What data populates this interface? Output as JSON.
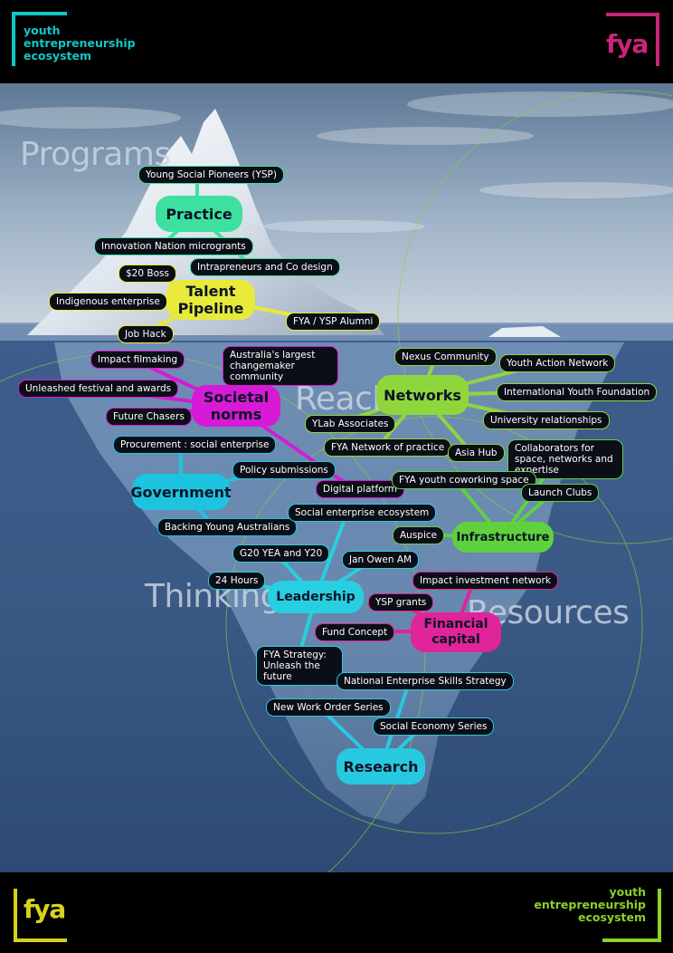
{
  "header": {
    "brand_lines": [
      "youth",
      "entrepreneurship",
      "ecosystem"
    ],
    "logo": "fya"
  },
  "footer": {
    "logo": "fya",
    "brand_lines": [
      "youth",
      "entrepreneurship",
      "ecosystem"
    ]
  },
  "colors": {
    "teal": "#13c6c6",
    "practice_green": "#3ee0a0",
    "talent_yellow": "#e8ea3a",
    "societal_magenta": "#d61ad6",
    "networks_lime": "#8fd63c",
    "government_cyan": "#1dc3df",
    "infrastructure_green": "#5fd13e",
    "leadership_cyan": "#28cfe0",
    "financial_pink": "#e0249a",
    "research_cyan": "#27c9e0",
    "fya_magenta": "#c8257a",
    "fya_yellow": "#d8d21a",
    "brand_lime": "#8cd02a"
  },
  "regions": {
    "programs": "Programs",
    "reach": "Reach",
    "thinking": "Thinking",
    "resources": "Resources"
  },
  "hubs": {
    "practice": "Practice",
    "talent": [
      "Talent",
      "Pipeline"
    ],
    "societal": [
      "Societal",
      "norms"
    ],
    "networks": "Networks",
    "government": "Government",
    "infrastructure": "Infrastructure",
    "leadership": "Leadership",
    "financial": [
      "Financial",
      "capital"
    ],
    "research": "Research"
  },
  "leaves": {
    "practice": [
      "Young Social Pioneers (YSP)",
      "Innovation Nation microgrants",
      "Intrapreneurs and Co design"
    ],
    "talent": [
      "$20 Boss",
      "Indigenous enterprise",
      "Job Hack",
      "FYA / YSP Alumni"
    ],
    "societal": [
      "Impact filmaking",
      "Unleashed festival and awards",
      "Future Chasers",
      "Australia's largest changemaker community",
      "Digital platform"
    ],
    "networks": [
      "Nexus Community",
      "Youth Action Network",
      "International Youth Foundation",
      "University relationships",
      "YLab Associates",
      "FYA Network of practice",
      "Asia Hub"
    ],
    "government": [
      "Procurement : social enterprise",
      "Policy submissions",
      "Backing Young Australians"
    ],
    "infrastructure": [
      "Collaborators for space, networks and expertise",
      "FYA youth coworking space",
      "Launch Clubs",
      "Auspice"
    ],
    "leadership": [
      "Social enterprise ecosystem",
      "G20 YEA and Y20",
      "Jan Owen AM",
      "24 Hours",
      "FYA Strategy: Unleash the future"
    ],
    "financial": [
      "Impact investment network",
      "YSP grants",
      "Fund Concept"
    ],
    "research": [
      "National Enterprise Skills Strategy",
      "New Work Order Series",
      "Social Economy Series"
    ]
  }
}
